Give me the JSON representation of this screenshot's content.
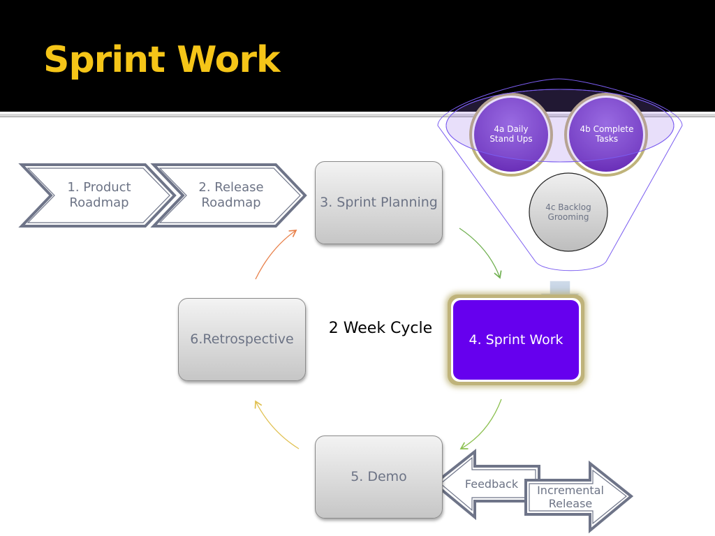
{
  "slide": {
    "title": "Sprint Work",
    "cycle_label": "2 Week Cycle"
  },
  "steps": {
    "product_roadmap": "1. Product Roadmap",
    "release_roadmap": "2. Release Roadmap",
    "sprint_planning": "3. Sprint Planning",
    "sprint_work": "4. Sprint Work",
    "demo": "5. Demo",
    "retrospective": "6.Retrospective"
  },
  "sub_activities": {
    "daily_standups": "4a Daily Stand Ups",
    "complete_tasks": "4b Complete Tasks",
    "backlog_grooming": "4c Backlog Grooming"
  },
  "outputs": {
    "feedback": "Feedback",
    "incremental_release": "Incremental Release"
  },
  "colors": {
    "title": "#f5c518",
    "header_bg": "#000000",
    "sprint_work_fill": "#6600ee",
    "circle_purple": "#7b3fc4",
    "funnel_stroke": "#7a5cf0",
    "arrow_green": "#70b050",
    "arrow_orange": "#e8804a",
    "arrow_yellow": "#e0c050"
  }
}
